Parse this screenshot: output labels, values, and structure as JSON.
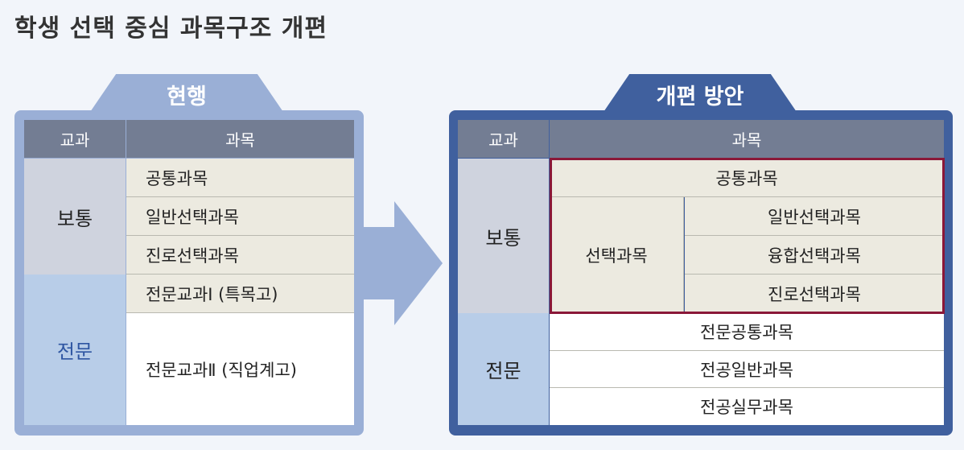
{
  "title": "학생 선택 중심 과목구조 개편",
  "current": {
    "tab": "현행",
    "header": {
      "subject_area": "교과",
      "subject": "과목"
    },
    "general_label": "보통",
    "general_items": [
      "공통과목",
      "일반선택과목",
      "진로선택과목"
    ],
    "special_label": "전문",
    "special_items": [
      "전문교과Ⅰ (특목고)",
      "전문교과Ⅱ (직업계고)"
    ]
  },
  "reform": {
    "tab": "개편 방안",
    "header": {
      "subject_area": "교과",
      "subject": "과목"
    },
    "general_label": "보통",
    "common": "공통과목",
    "elective_label": "선택과목",
    "elective_items": [
      "일반선택과목",
      "융합선택과목",
      "진로선택과목"
    ],
    "special_label": "전문",
    "special_items": [
      "전문공통과목",
      "전공일반과목",
      "전공실무과목"
    ]
  },
  "colors": {
    "current_frame": "#9aafd6",
    "reform_frame": "#40609e",
    "header": "#737d93",
    "highlight_border": "#8a1838"
  }
}
